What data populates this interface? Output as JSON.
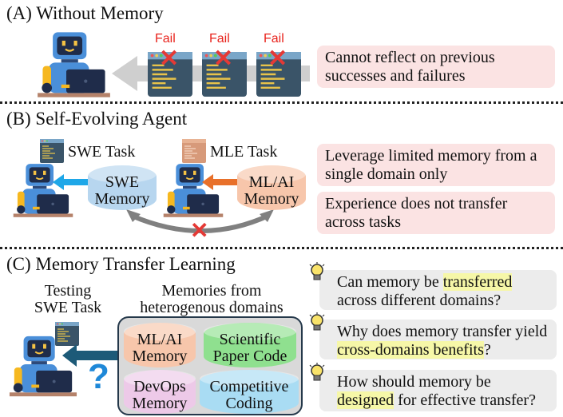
{
  "sectionA": {
    "title": "(A) Without Memory",
    "fail_labels": [
      "Fail",
      "Fail",
      "Fail"
    ],
    "note": "Cannot reflect on previous successes and failures"
  },
  "sectionB": {
    "title": "(B) Self-Evolving Agent",
    "swe_task": "SWE Task",
    "mle_task": "MLE Task",
    "swe_memory": "SWE Memory",
    "mlai_memory": "ML/AI Memory",
    "notes": [
      "Leverage limited memory from a single domain only",
      "Experience does not transfer across tasks"
    ]
  },
  "sectionC": {
    "title": "(C) Memory Transfer Learning",
    "testing_label": "Testing SWE Task",
    "memories_label": "Memories from heterogenous domains",
    "memories": [
      "ML/AI Memory",
      "Scientific Paper Code",
      "DevOps Memory",
      "Competitive Coding"
    ],
    "question_mark": "?",
    "questions": [
      {
        "pre": "Can memory be ",
        "hl": "transferred",
        "post": " across different domains?"
      },
      {
        "pre": "Why does memory transfer yield ",
        "hl": "cross-domains benefits",
        "post": "?"
      },
      {
        "pre": "How should memory be ",
        "hl": "designed",
        "post": " for effective transfer?"
      }
    ]
  },
  "colors": {
    "swe": "#b7d6ef",
    "mlai": "#f7c6ab",
    "sci": "#8fe08f",
    "devops": "#edc9e8",
    "comp": "#a9dcf3",
    "fail": "#e8221c"
  }
}
